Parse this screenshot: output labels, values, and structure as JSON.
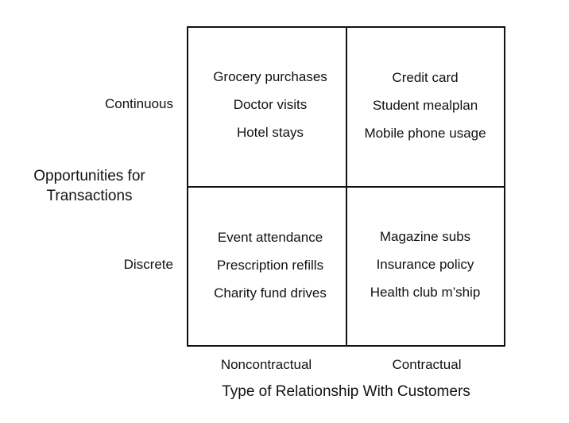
{
  "y_axis": {
    "title_line1": "Opportunities for",
    "title_line2": "Transactions",
    "rows": [
      "Continuous",
      "Discrete"
    ]
  },
  "x_axis": {
    "title": "Type of Relationship With Customers",
    "columns": [
      "Noncontractual",
      "Contractual"
    ]
  },
  "cells": {
    "continuous_noncontractual": [
      "Grocery purchases",
      "Doctor visits",
      "Hotel stays"
    ],
    "continuous_contractual": [
      "Credit card",
      "Student mealplan",
      "Mobile phone usage"
    ],
    "discrete_noncontractual": [
      "Event attendance",
      "Prescription refills",
      "Charity fund drives"
    ],
    "discrete_contractual": [
      "Magazine subs",
      "Insurance policy",
      "Health club m’ship"
    ]
  },
  "colors": {
    "line": "#111111",
    "text": "#111111",
    "background": "#ffffff"
  }
}
